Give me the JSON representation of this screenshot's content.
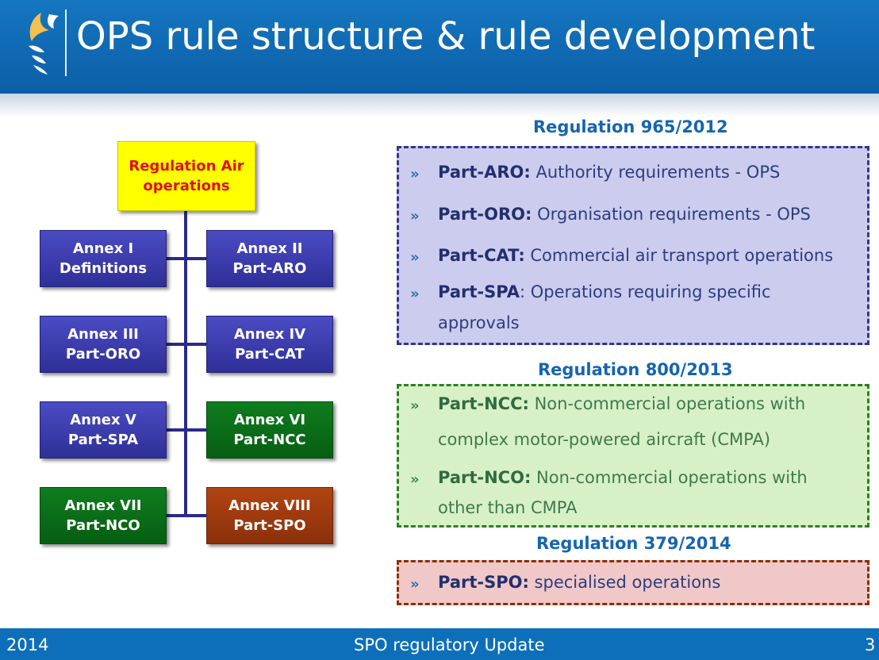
{
  "header": {
    "title": "OPS rule structure & rule development"
  },
  "footer": {
    "year": "2014",
    "subject": "SPO regulatory Update",
    "page": "3"
  },
  "org_chart": {
    "root": "Regulation Air\noperations",
    "annexes": [
      {
        "label": "Annex I\nDefinitions",
        "color": "#3a3aae"
      },
      {
        "label": "Annex II\nPart-ARO",
        "color": "#3a3aae"
      },
      {
        "label": "Annex III\nPart-ORO",
        "color": "#3a3aae"
      },
      {
        "label": "Annex IV\nPart-CAT",
        "color": "#3a3aae"
      },
      {
        "label": "Annex V\nPart-SPA",
        "color": "#3a3aae"
      },
      {
        "label": "Annex VI\nPart-NCC",
        "color": "#0b6e1a"
      },
      {
        "label": "Annex VII\nPart-NCO",
        "color": "#0b6e1a"
      },
      {
        "label": "Annex VIII\nPart-SPO",
        "color": "#9e3a0e"
      }
    ]
  },
  "regulations": [
    {
      "title": "Regulation 965/2012",
      "items": [
        {
          "part": "Part-ARO:",
          "desc": " Authority requirements - OPS"
        },
        {
          "part": "Part-ORO:",
          "desc": " Organisation requirements - OPS"
        },
        {
          "part": "Part-CAT:",
          "desc": " Commercial air transport operations"
        },
        {
          "part": "Part-SPA",
          "desc": ": Operations requiring specific",
          "cont": "approvals"
        }
      ]
    },
    {
      "title": "Regulation 800/2013",
      "items": [
        {
          "part": "Part-NCC:",
          "desc": " Non-commercial operations with",
          "cont": "complex motor-powered aircraft (CMPA)"
        },
        {
          "part": "Part-NCO:",
          "desc": " Non-commercial operations with",
          "cont": "other than CMPA"
        }
      ]
    },
    {
      "title": "Regulation 379/2014",
      "items": [
        {
          "part": "Part-SPO:",
          "desc": " specialised operations"
        }
      ]
    }
  ]
}
